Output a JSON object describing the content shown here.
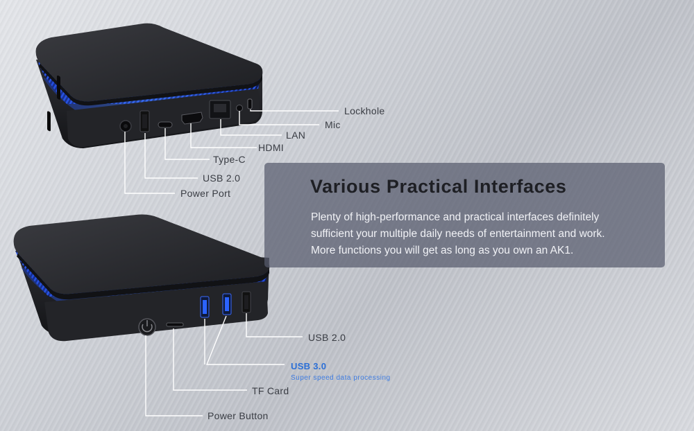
{
  "panel": {
    "title": "Various Practical Interfaces",
    "lines": [
      "Plenty of high-performance and practical interfaces definitely",
      "sufficient your multiple daily needs of entertainment and work.",
      "More functions you will get as long as you own an AK1."
    ]
  },
  "top_labels": {
    "lockhole": "Lockhole",
    "mic": "Mic",
    "lan": "LAN",
    "hdmi": "HDMI",
    "typec": "Type-C",
    "usb20": "USB 2.0",
    "power_port": "Power Port"
  },
  "bottom_labels": {
    "usb20": "USB 2.0",
    "usb30": "USB 3.0",
    "usb30_sub": "Super speed data processing",
    "tf_card": "TF Card",
    "power_button": "Power Button"
  },
  "colors": {
    "accent_blue": "#2b6fd6",
    "led_blue": "#2f66ff",
    "device_body": "#2b2c30",
    "panel_bg": "#585b6e"
  }
}
